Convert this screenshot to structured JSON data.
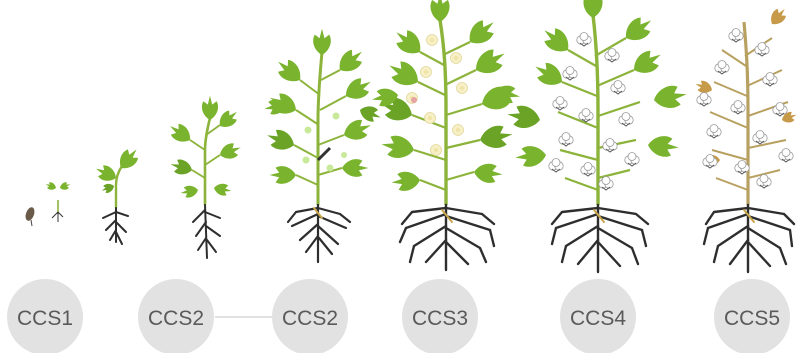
{
  "colors": {
    "leaf": "#7ab32e",
    "leaf_dark": "#5e9a1e",
    "stem": "#8cb33a",
    "stem_dry": "#b8a160",
    "root": "#2e2e2e",
    "flower": "#f7f0c6",
    "boll": "#ffffff",
    "boll_outline": "#9a9a9a",
    "dry_leaf": "#c79a4a",
    "circle": "#e2e2e2",
    "connector": "#d8d8d8",
    "label": "#5a5a5a"
  },
  "stages": [
    {
      "label": "CCS1",
      "plant": "seed-and-sprout"
    },
    {
      "label": "CCS2",
      "plant": "seedling"
    },
    {
      "label": "CCS2",
      "plant": "flowering-small"
    },
    {
      "label": "CCS3",
      "plant": "flowering-large"
    },
    {
      "label": "CCS4",
      "plant": "open-bolls"
    },
    {
      "label": "CCS5",
      "plant": "defoliated-bolls"
    }
  ]
}
